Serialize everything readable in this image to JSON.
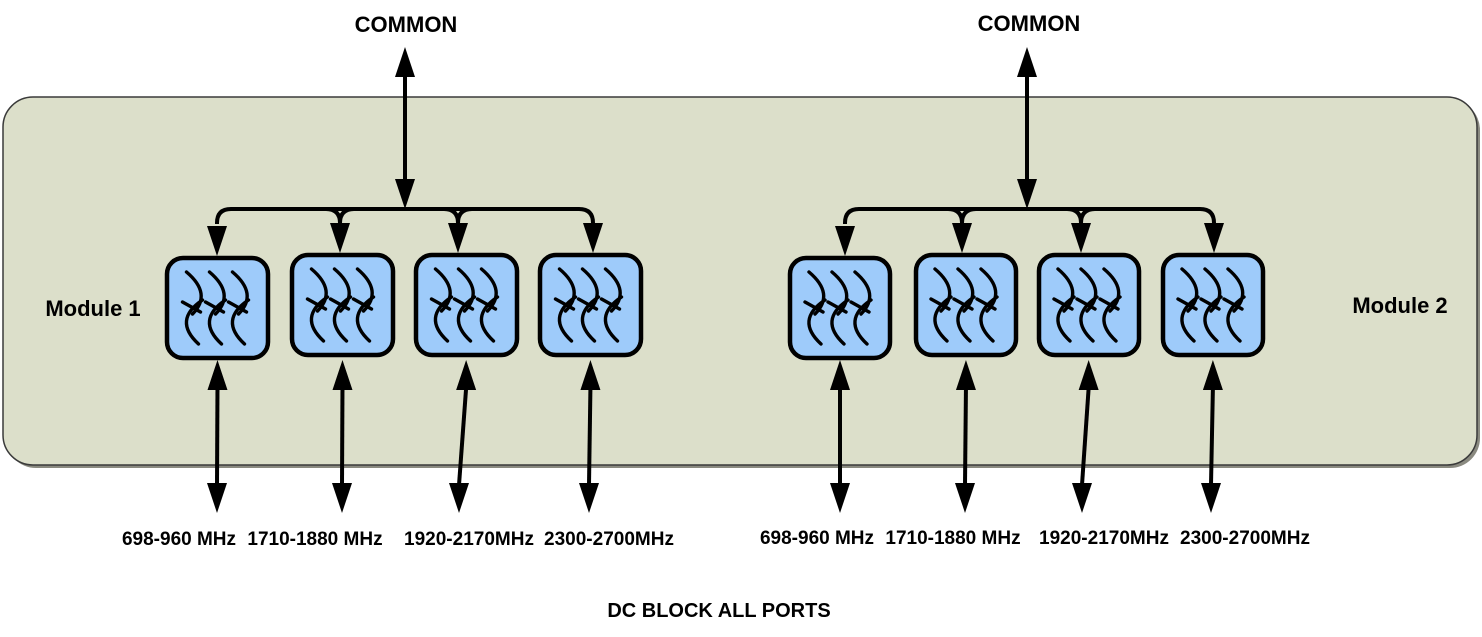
{
  "colors": {
    "panel_fill": "#dcdfca",
    "panel_stroke": "#3a3a3a",
    "panel_shadow": "#8a8a80",
    "filter_fill": "#9ecbfa",
    "line": "#000000"
  },
  "modules": [
    {
      "name": "Module 1",
      "common_label": "COMMON",
      "filters": [
        {
          "band": "698-960 MHz",
          "icon": "bandpass-filter-icon"
        },
        {
          "band": "1710-1880 MHz",
          "icon": "bandpass-filter-icon"
        },
        {
          "band": "1920-2170MHz",
          "icon": "bandpass-filter-icon"
        },
        {
          "band": "2300-2700MHz",
          "icon": "bandpass-filter-icon"
        }
      ]
    },
    {
      "name": "Module 2",
      "common_label": "COMMON",
      "filters": [
        {
          "band": "698-960 MHz",
          "icon": "bandpass-filter-icon"
        },
        {
          "band": "1710-1880 MHz",
          "icon": "bandpass-filter-icon"
        },
        {
          "band": "1920-2170MHz",
          "icon": "bandpass-filter-icon"
        },
        {
          "band": "2300-2700MHz",
          "icon": "bandpass-filter-icon"
        }
      ]
    }
  ],
  "footer_note": "DC BLOCK ALL PORTS"
}
